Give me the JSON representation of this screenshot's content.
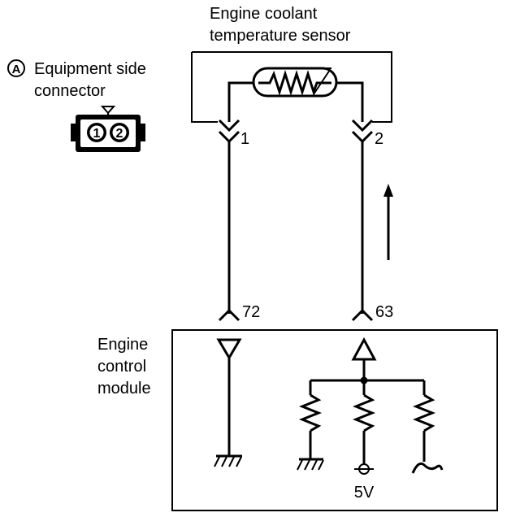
{
  "sensor": {
    "title_line1": "Engine coolant",
    "title_line2": "temperature sensor"
  },
  "connector": {
    "badge": "A",
    "title_line1": "Equipment side",
    "title_line2": "connector",
    "pin_left": "1",
    "pin_right": "2"
  },
  "pins": {
    "sensor_left": "1",
    "sensor_right": "2",
    "ecm_left": "72",
    "ecm_right": "63"
  },
  "ecm": {
    "title_line1": "Engine",
    "title_line2": "control",
    "title_line3": "module",
    "supply_voltage": "5V"
  }
}
